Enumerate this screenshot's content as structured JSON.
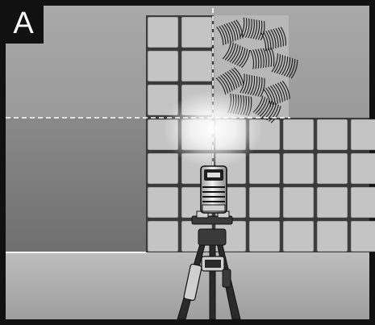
{
  "figure": {
    "panel_label": "A"
  },
  "colors": {
    "outer_frame": "#111111",
    "wall_upper": "#a8a8a8",
    "wall_lower": "#8f8f8f",
    "floor": "#b0b0b0",
    "tile_fill": "#c4c4c4",
    "tile_grout": "#3a3a3a",
    "laser_line": "#ffffff",
    "glow": "#ffffff",
    "device_body": "#d8d8d8",
    "device_dark": "#1f1f1f",
    "tripod": "#2a2a2a"
  },
  "icons": {
    "adhesive_area": "adhesive-trowel-pattern",
    "device": "laser-level-device",
    "stand": "tripod-stand"
  }
}
